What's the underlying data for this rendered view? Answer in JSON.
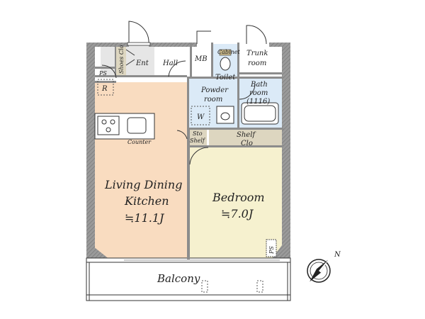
{
  "rooms": {
    "shoe_clo": "Shoes Clo",
    "ent": "Ent",
    "hall": "Hall",
    "mb": "MB",
    "cabinet": "Cabinet",
    "trunk_room_1": "Trunk",
    "trunk_room_2": "room",
    "ps_top": "PS",
    "r": "R",
    "toilet": "Toilet",
    "bath_1": "Bath",
    "bath_2": "room",
    "bath_3": "(1116)",
    "powder_1": "Powder",
    "powder_2": "room",
    "w": "W",
    "counter": "Counter",
    "sto_1": "Sto",
    "sto_2": "Shelf",
    "shelf_clo_1": "Shelf",
    "shelf_clo_2": "Clo",
    "ldk_1": "Living Dining",
    "ldk_2": "Kitchen",
    "ldk_size": "≒11.1J",
    "bedroom": "Bedroom",
    "bedroom_size": "≒7.0J",
    "ps_bottom": "PS",
    "balcony": "Balcony"
  },
  "compass": {
    "north": "N"
  },
  "colors": {
    "wall": "#8c8c8c",
    "ldk_floor": "#f9dcc0",
    "bedroom_floor": "#f6f1cf",
    "wet_floor": "#dbeaf7",
    "storage_floor": "#ddd6c0",
    "entrance_floor": "#e6e6e6"
  }
}
